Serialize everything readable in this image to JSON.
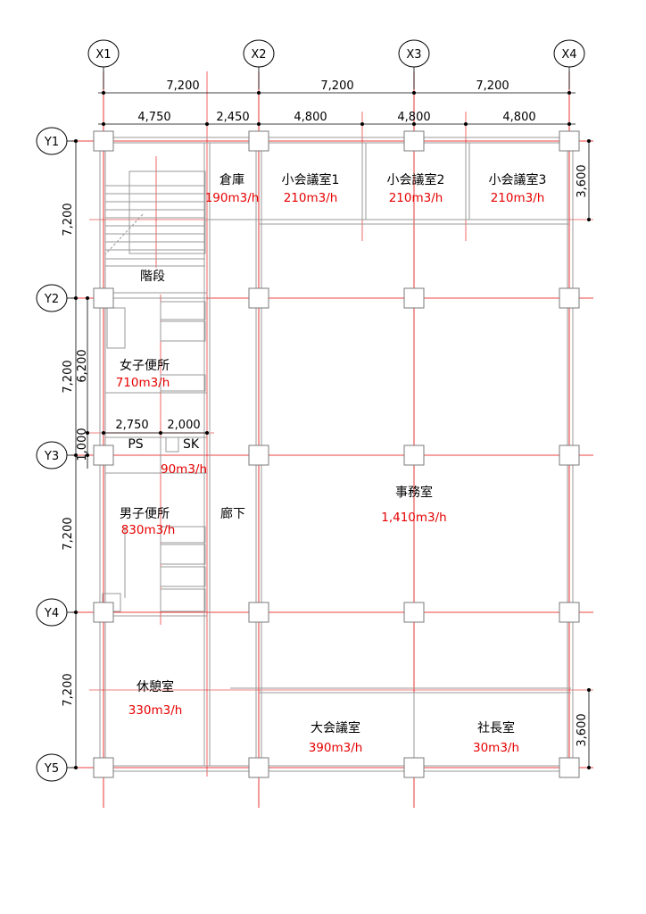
{
  "axes_x": [
    {
      "name": "X1"
    },
    {
      "name": "X2"
    },
    {
      "name": "X3"
    },
    {
      "name": "X4"
    }
  ],
  "axes_y": [
    {
      "name": "Y1"
    },
    {
      "name": "Y2"
    },
    {
      "name": "Y3"
    },
    {
      "name": "Y4"
    },
    {
      "name": "Y5"
    }
  ],
  "dimensions": {
    "top_span": [
      "7,200",
      "7,200",
      "7,200"
    ],
    "top_sub": [
      "4,750",
      "2,450",
      "4,800",
      "4,800",
      "4,800"
    ],
    "left_span": [
      "7,200",
      "7,200",
      "7,200",
      "7,200"
    ],
    "left_sub": [
      "6,200",
      "1,000"
    ],
    "right": [
      "3,600",
      "3,600"
    ],
    "ps_sk": [
      "2,750",
      "2,000"
    ]
  },
  "rooms": [
    {
      "key": "souko",
      "name": "倉庫",
      "flow": "190m3/h"
    },
    {
      "key": "small1",
      "name": "小会議室1",
      "flow": "210m3/h"
    },
    {
      "key": "small2",
      "name": "小会議室2",
      "flow": "210m3/h"
    },
    {
      "key": "small3",
      "name": "小会議室3",
      "flow": "210m3/h"
    },
    {
      "key": "kaidan",
      "name": "階段",
      "flow": ""
    },
    {
      "key": "women",
      "name": "女子便所",
      "flow": "710m3/h"
    },
    {
      "key": "ps",
      "name": "PS",
      "flow": ""
    },
    {
      "key": "sk",
      "name": "SK",
      "flow": "90m3/h"
    },
    {
      "key": "men",
      "name": "男子便所",
      "flow": "830m3/h"
    },
    {
      "key": "corridor",
      "name": "廊下",
      "flow": ""
    },
    {
      "key": "office",
      "name": "事務室",
      "flow": "1,410m3/h"
    },
    {
      "key": "lounge",
      "name": "休憩室",
      "flow": "330m3/h"
    },
    {
      "key": "large",
      "name": "大会議室",
      "flow": "390m3/h"
    },
    {
      "key": "president",
      "name": "社長室",
      "flow": "30m3/h"
    }
  ]
}
